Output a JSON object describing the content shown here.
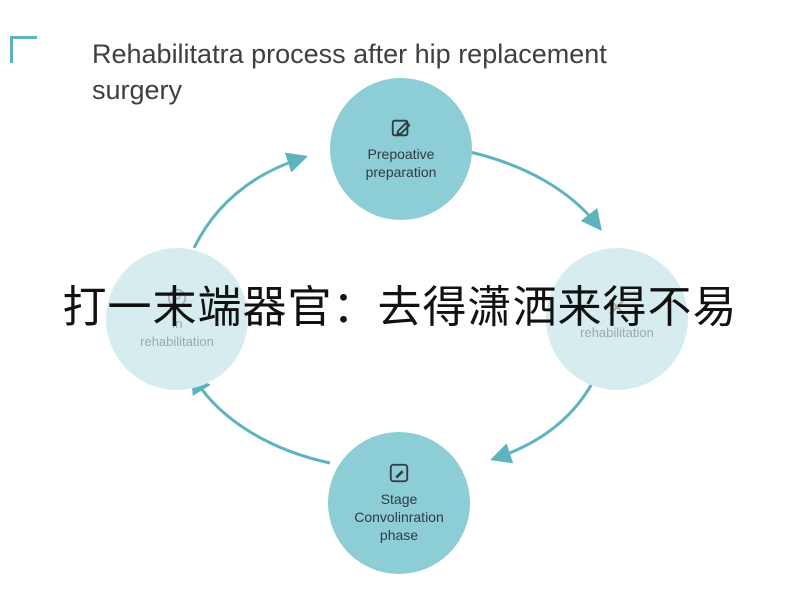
{
  "title": {
    "line1": "Rehabilitatra process after hip replacement",
    "line2": "surgery"
  },
  "nodes": {
    "top": {
      "label_line1": "Prepoative",
      "label_line2": "preparation",
      "icon": "edit-document-icon"
    },
    "right": {
      "label_line1": "",
      "label_line2": "rehabilitation",
      "icon": "crossed-tools-icon"
    },
    "bottom": {
      "label_line1": "Stage",
      "label_line2": "Convolinration",
      "label_line3": "phase",
      "icon": "pen-note-icon"
    },
    "left": {
      "label_line1": "In",
      "label_line2": "rehabilitation",
      "icon": "person-circle-icon"
    }
  },
  "overlay_text": "打一末端器官：去得潇洒来得不易",
  "colors": {
    "circle": "#8dcdd6",
    "circle_faded": "#d6ecef",
    "arrow": "#5fb3bf",
    "title_text": "#3f3f3f",
    "overlay_text": "#111111"
  }
}
